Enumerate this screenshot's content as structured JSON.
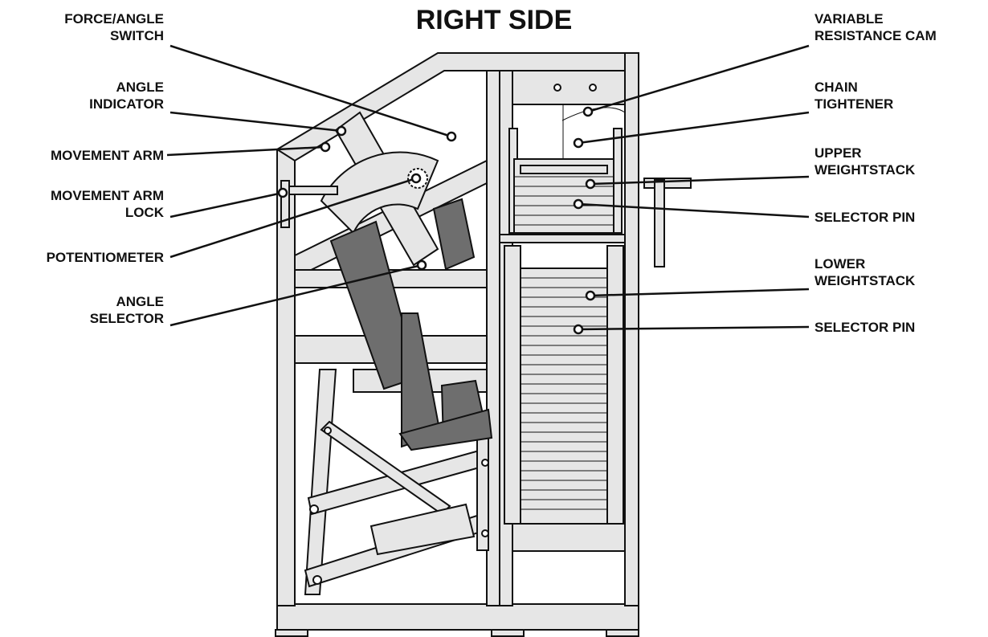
{
  "title": "RIGHT SIDE",
  "labels": {
    "force_angle_switch": "FORCE/ANGLE\nSWITCH",
    "angle_indicator": "ANGLE\nINDICATOR",
    "movement_arm": "MOVEMENT ARM",
    "movement_arm_lock": "MOVEMENT ARM\nLOCK",
    "potentiometer": "POTENTIOMETER",
    "angle_selector": "ANGLE\nSELECTOR",
    "variable_resistance_cam": "VARIABLE\nRESISTANCE CAM",
    "chain_tightener": "CHAIN\nTIGHTENER",
    "upper_weightstack": "UPPER\nWEIGHTSTACK",
    "selector_pin_upper": "SELECTOR PIN",
    "lower_weightstack": "LOWER\nWEIGHTSTACK",
    "selector_pin_lower": "SELECTOR PIN"
  },
  "colors": {
    "frame": "#e6e6e6",
    "pad": "#6e6e6e",
    "line": "#111111"
  }
}
